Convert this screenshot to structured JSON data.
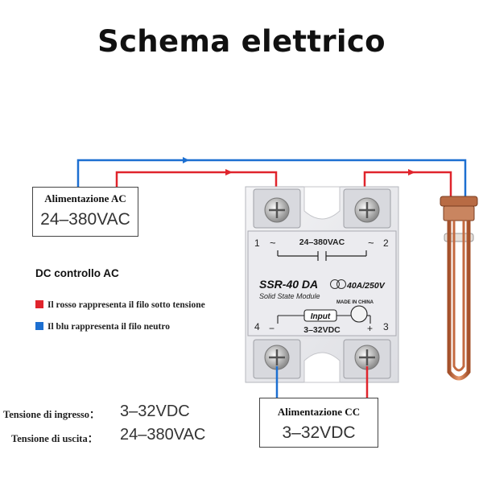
{
  "title": "Schema elettrico",
  "ac_supply": {
    "label": "Alimentazione AC",
    "value": "24–380VAC"
  },
  "cc_supply": {
    "label": "Alimentazione CC",
    "value": "3–32VDC"
  },
  "dc_control_title": "DC controllo AC",
  "legend": {
    "red": "Il rosso rappresenta il filo sotto tensione",
    "blue": "Il blu rappresenta il filo neutro"
  },
  "specs": {
    "input_label": "Tensione di ingresso：",
    "input_value": "3–32VDC",
    "output_label": "Tensione di uscita：",
    "output_value": "24–380VAC"
  },
  "relay": {
    "ac_range": "24–380VAC",
    "model": "SSR-40 DA",
    "rating": "40A/250V",
    "subtitle": "Solid State Module",
    "made_in": "MADE IN CHINA",
    "input_label": "Input",
    "dc_range": "3–32VDC",
    "terminal_1": "1",
    "terminal_2": "2",
    "terminal_3": "3",
    "terminal_4": "4",
    "minus": "−",
    "plus": "+",
    "tilde": "~"
  },
  "colors": {
    "live": "#e0242c",
    "neutral": "#1c6fd1",
    "heater": "#c46a40"
  }
}
